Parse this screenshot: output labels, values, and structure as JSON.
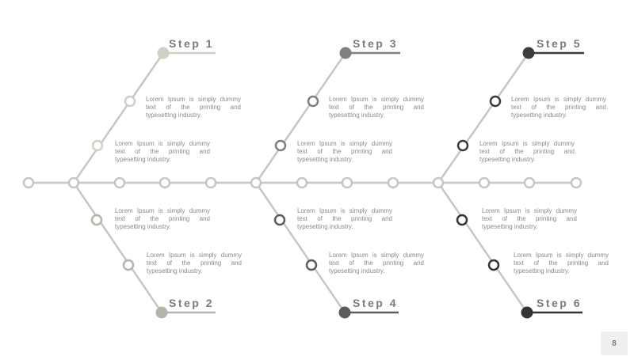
{
  "steps": [
    {
      "label": "Step 1"
    },
    {
      "label": "Step 2"
    },
    {
      "label": "Step 3"
    },
    {
      "label": "Step 4"
    },
    {
      "label": "Step 5"
    },
    {
      "label": "Step 6"
    }
  ],
  "descriptions": [
    "Lorem Ipsum is simply dummy text of the printing and typesetting industry.",
    "Lorem Ipsum is simply dummy text of the printing and typesetting industry.",
    "Lorem Ipsum is simply dummy text of the printing and typesetting industry.",
    "Lorem Ipsum is simply dummy text of the printing and typesetting industry.",
    "Lorem Ipsum is simply dummy text of the printing and typesetting industry.",
    "Lorem Ipsum is simply dummy text of the printing and typesetting industry.",
    "Lorem Ipsum is simply dummy text of the printing and typesetting industry.",
    "Lorem Ipsum is simply dummy text of the printing and typesetting industry.",
    "Lorem Ipsum is simply dummy text of the printing and typesetting industry.",
    "Lorem Ipsum is simply dummy text of the printing and typesetting industry.",
    "Lorem Ipsum is simply dummy text of the printing and typesetting industry.",
    "Lorem Ipsum is simply dummy text of the printing and typesetting industry."
  ],
  "page_number": "8",
  "colors": {
    "line": "#c6c6c6",
    "step1": "#cfd1c7",
    "step2": "#b3b5ac",
    "step3": "#7f807b",
    "step4": "#5d5d5b",
    "step5": "#3c3c3a",
    "step6": "#343432",
    "title": "#7a7a7a",
    "text": "#8a8a8a"
  }
}
